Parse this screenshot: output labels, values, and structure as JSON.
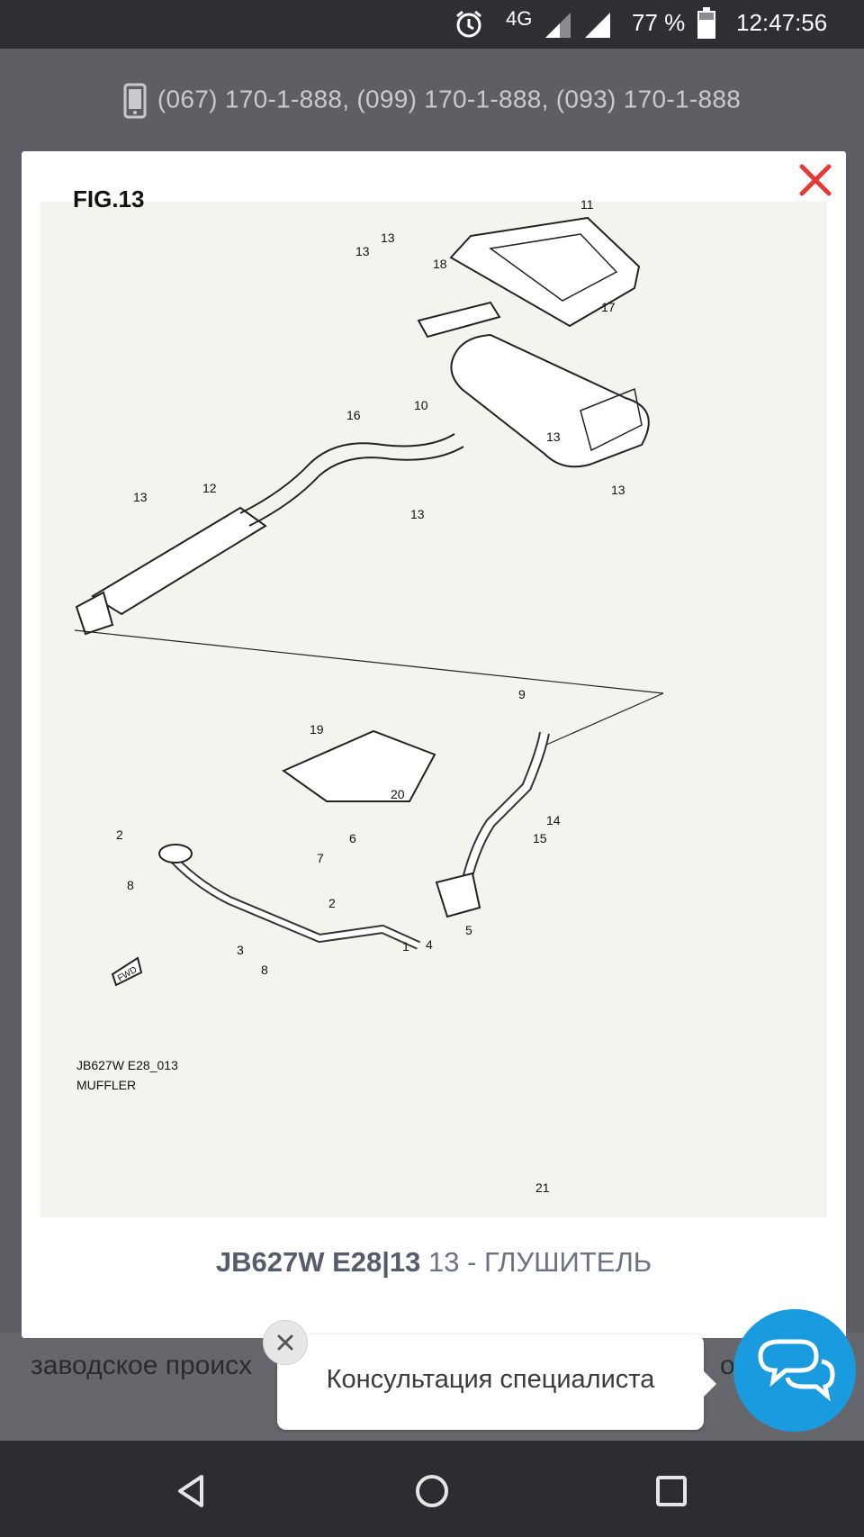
{
  "status_bar": {
    "network": "4G",
    "battery": "77 %",
    "time": "12:47:56",
    "icons": [
      "alarm-icon",
      "signal-icon",
      "signal-icon",
      "battery-icon"
    ]
  },
  "header": {
    "phones": "(067) 170-1-888,   (099) 170-1-888,   (093) 170-1-888",
    "icon": "phone-icon"
  },
  "background_text": {
    "left": "заводское происх",
    "right": "ов"
  },
  "modal": {
    "close_icon": "close-icon",
    "diagram": {
      "top_cut": "FIG.13",
      "code_line": "JB627W E28_013",
      "name_line": "MUFFLER",
      "fwd": "FWD",
      "callouts": [
        "1",
        "2",
        "2",
        "3",
        "4",
        "5",
        "6",
        "7",
        "8",
        "8",
        "9",
        "10",
        "11",
        "12",
        "13",
        "13",
        "13",
        "13",
        "13",
        "13",
        "14",
        "15",
        "16",
        "17",
        "18",
        "19",
        "20",
        "21"
      ]
    },
    "caption": {
      "code": "JB627W E28|13",
      "description": "13 - ГЛУШИТЕЛЬ"
    }
  },
  "chat": {
    "tooltip": "Консультация специалиста",
    "close_icon": "close-icon",
    "button_icon": "chat-bubbles-icon"
  },
  "nav": {
    "back": "back-icon",
    "home": "home-icon",
    "recents": "recents-icon"
  },
  "colors": {
    "accent": "#1a9be0",
    "close": "#e53935"
  }
}
